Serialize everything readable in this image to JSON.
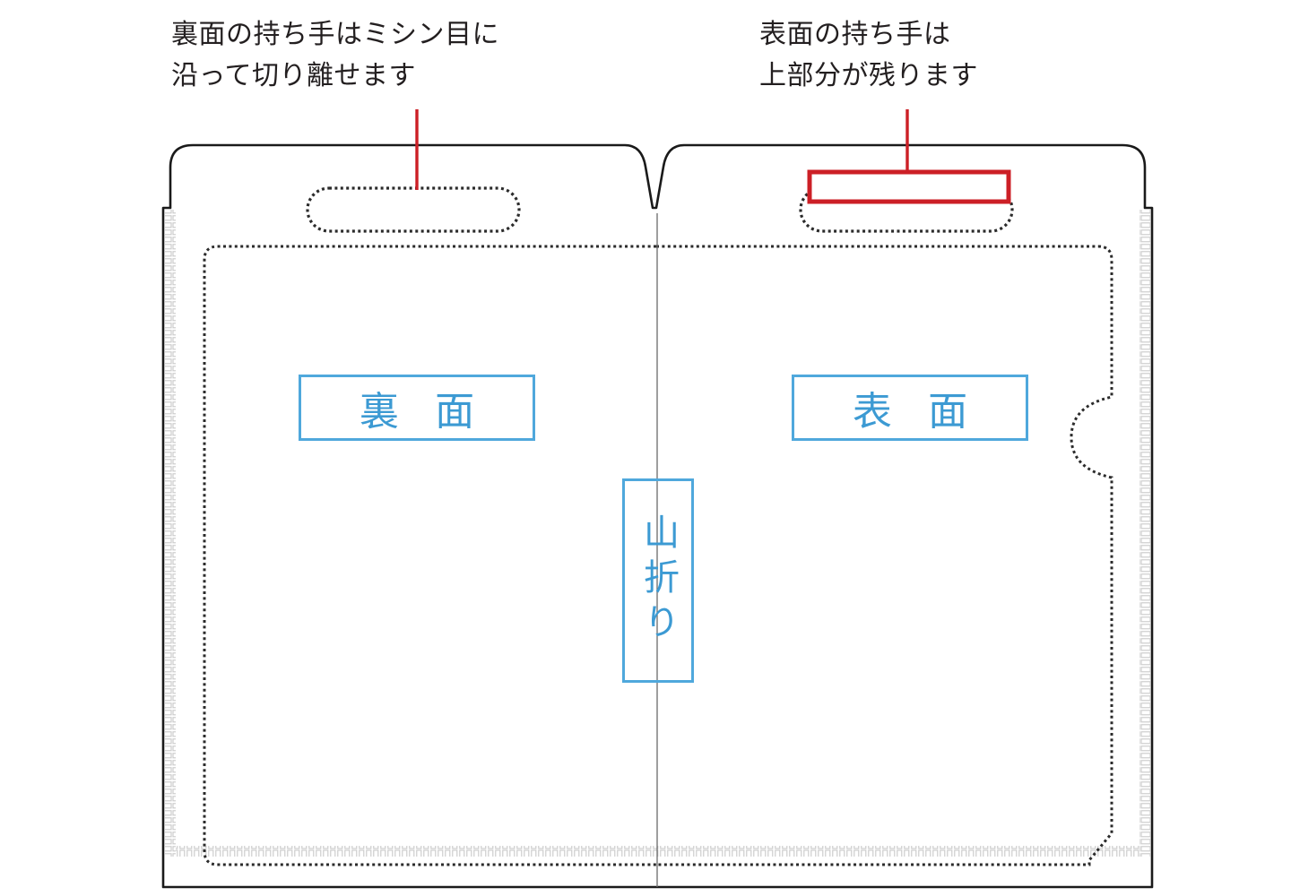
{
  "diagram": {
    "title_kind": "clear-file-folder-spec",
    "annotations": [
      {
        "id": "back-handle-note",
        "text": "裏面の持ち手はミシン目に\n沿って切り離せます",
        "leader_color": "#cc1f26"
      },
      {
        "id": "front-handle-note",
        "text": "表面の持ち手は\n上部分が残ります",
        "leader_color": "#cc1f26"
      }
    ],
    "labels": {
      "back_face": "裏 面",
      "front_face": "表 面",
      "mountain_fold": "山折り"
    },
    "colors": {
      "accent_blue": "#4fa8dc",
      "text_blue": "#3c9ad3",
      "highlight_red": "#cc1f26",
      "outline_black": "#1a1a1a",
      "dotted_gray": "#2b2b2b",
      "seam_gray": "#c9c9c9",
      "annotation_text": "#231f20",
      "background": "#ffffff"
    },
    "parts": {
      "outer_outline": "folder-outer-outline",
      "center_notch": "center-v-notch",
      "fold_line": "center-fold-line",
      "back_handle": "back-handle-perforated",
      "front_handle": "front-handle-perforated",
      "front_handle_highlight": "front-handle-remaining-top-highlight",
      "inner_perforation": "inner-perforation-boundary",
      "thumb_notch": "right-thumb-notch",
      "left_seam": "left-welded-seam",
      "right_seam": "right-welded-seam",
      "bottom_seam": "bottom-welded-seam"
    }
  }
}
